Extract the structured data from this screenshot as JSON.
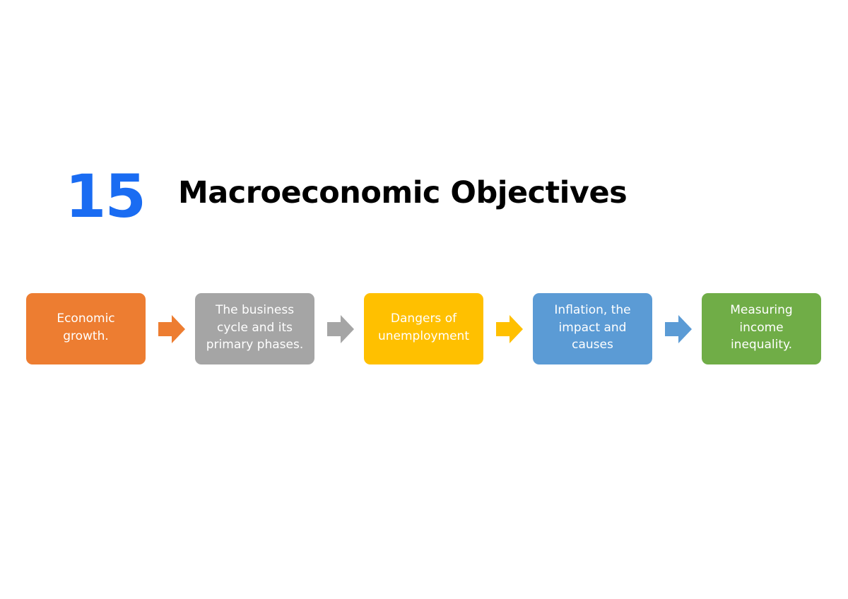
{
  "chapter": {
    "number": "15",
    "title": "Macroeconomic Objectives",
    "number_color": "#1a6cf2"
  },
  "steps": [
    {
      "label": "Economic\ngrowth.",
      "color": "#ed7d31"
    },
    {
      "label": "The business\ncycle and its\nprimary phases.",
      "color": "#a5a5a5"
    },
    {
      "label": "Dangers of\nunemployment",
      "color": "#ffc000"
    },
    {
      "label": "Inflation, the\nimpact and\ncauses",
      "color": "#5b9bd5"
    },
    {
      "label": "Measuring\nincome\ninequality.",
      "color": "#70ad47"
    }
  ],
  "arrows": [
    {
      "color": "#ed7d31",
      "icon": "right-arrow-icon"
    },
    {
      "color": "#a5a5a5",
      "icon": "right-arrow-icon"
    },
    {
      "color": "#ffc000",
      "icon": "right-arrow-icon"
    },
    {
      "color": "#5b9bd5",
      "icon": "right-arrow-icon"
    }
  ]
}
